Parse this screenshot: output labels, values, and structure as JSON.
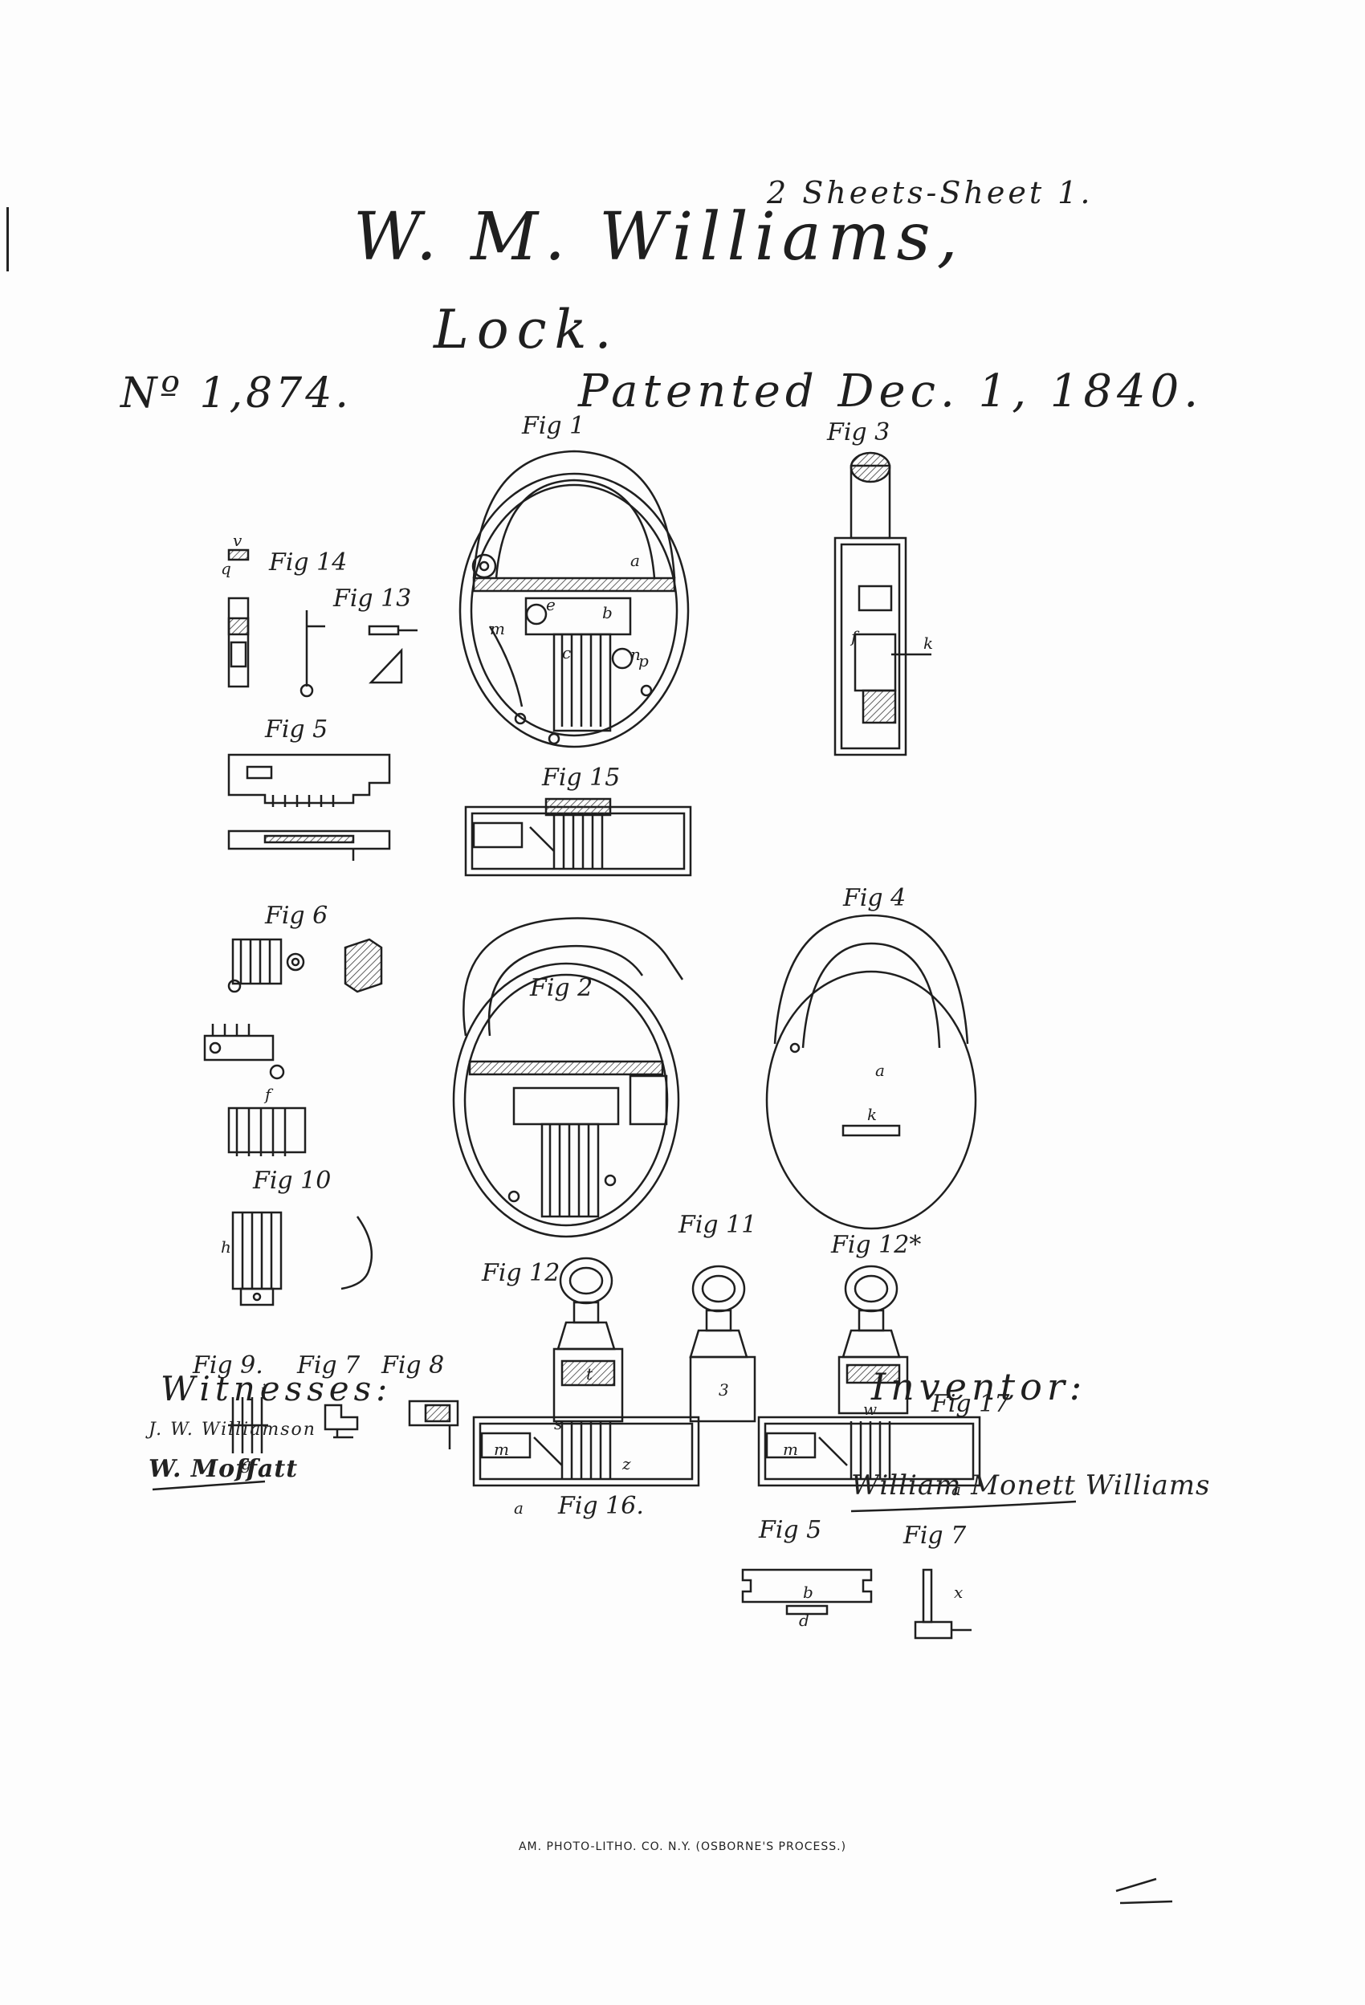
{
  "header": {
    "sheet_label": "2 Sheets-Sheet 1.",
    "inventor_name": "W. M. Williams,",
    "title": "Lock.",
    "patent_number": "Nº 1,874.",
    "patent_date": "Patented Dec. 1, 1840."
  },
  "figures": [
    {
      "id": "fig1",
      "label": "Fig 1"
    },
    {
      "id": "fig3",
      "label": "Fig 3"
    },
    {
      "id": "fig14",
      "label": "Fig 14"
    },
    {
      "id": "fig13",
      "label": "Fig 13"
    },
    {
      "id": "fig5a",
      "label": "Fig 5"
    },
    {
      "id": "fig15",
      "label": "Fig 15"
    },
    {
      "id": "fig6",
      "label": "Fig 6"
    },
    {
      "id": "fig4",
      "label": "Fig 4"
    },
    {
      "id": "fig2",
      "label": "Fig 2"
    },
    {
      "id": "fig10",
      "label": "Fig 10"
    },
    {
      "id": "fig11",
      "label": "Fig 11"
    },
    {
      "id": "fig12",
      "label": "Fig 12"
    },
    {
      "id": "fig12b",
      "label": "Fig 12*"
    },
    {
      "id": "fig9",
      "label": "Fig 9."
    },
    {
      "id": "fig7a",
      "label": "Fig 7"
    },
    {
      "id": "fig8",
      "label": "Fig 8"
    },
    {
      "id": "fig17",
      "label": "Fig 17"
    },
    {
      "id": "fig16",
      "label": "Fig 16."
    },
    {
      "id": "fig5b",
      "label": "Fig 5"
    },
    {
      "id": "fig7b",
      "label": "Fig 7"
    }
  ],
  "reference_letters": [
    "a",
    "b",
    "c",
    "d",
    "e",
    "f",
    "g",
    "h",
    "i",
    "k",
    "m",
    "n",
    "p",
    "q",
    "s",
    "t",
    "v",
    "w",
    "x",
    "z",
    "3"
  ],
  "footer": {
    "witnesses_label": "Witnesses:",
    "witness_signature_1": "J. W. Williamson",
    "witness_signature_2": "W. Moffatt",
    "inventor_label": "Inventor:",
    "inventor_signature": "William Monett Williams",
    "imprint": "AM. PHOTO-LITHO. CO. N.Y. (OSBORNE'S PROCESS.)"
  }
}
